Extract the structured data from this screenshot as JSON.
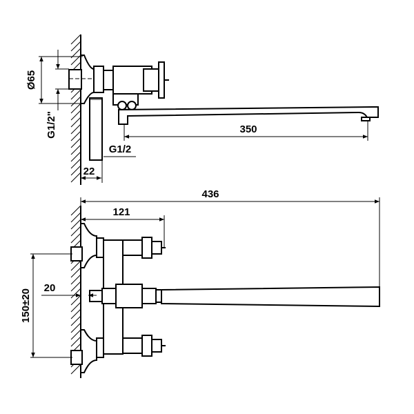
{
  "side_view": {
    "dims": {
      "diameter": "Ø65",
      "wall_thread": "G1/2\"",
      "spout_reach": "350",
      "outlet_thread": "G1/2",
      "wall_offset": "22"
    }
  },
  "front_view": {
    "dims": {
      "overall_length": "436",
      "body_depth": "121",
      "center_distance": "150±20",
      "eccentric_offset": "20"
    }
  }
}
